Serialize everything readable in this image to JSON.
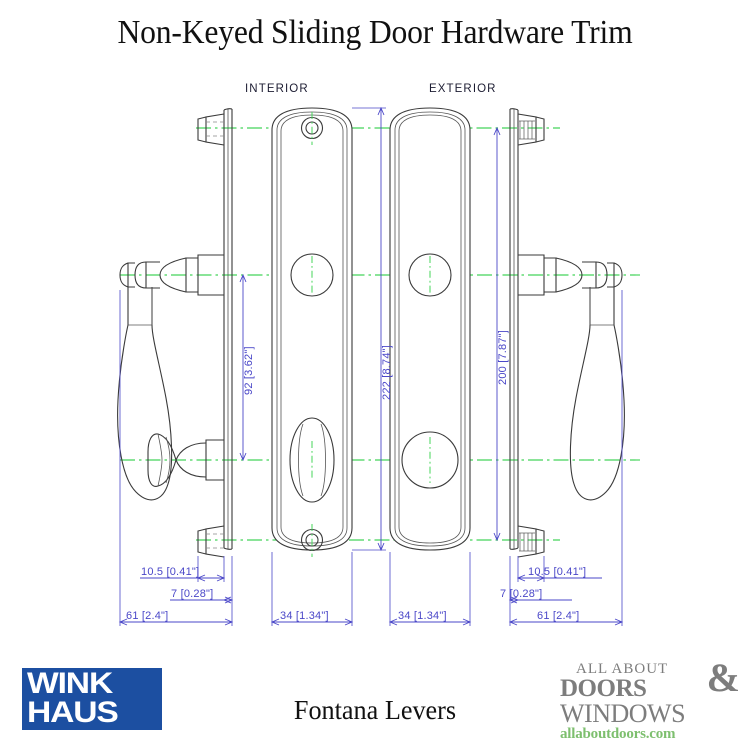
{
  "title": "Non-Keyed Sliding Door Hardware Trim",
  "caption": "Fontana Levers",
  "views": {
    "interior_label": "INTERIOR",
    "exterior_label": "EXTERIOR"
  },
  "colors": {
    "dimension": "#4a47c8",
    "centerline": "#44d45a",
    "outline": "#3a3a3a",
    "title_text": "#111111",
    "winkhaus_blue": "#1c4fa1",
    "aad_gray": "#7d7d7d",
    "aad_green": "#7dbf6e"
  },
  "dimensions": {
    "vertical": [
      {
        "id": "handle-spacing",
        "label": "92 [3.62\"]",
        "mm": 92,
        "inch": 3.62
      },
      {
        "id": "plate-length-interior",
        "label": "222 [8.74\"]",
        "mm": 222,
        "inch": 8.74
      },
      {
        "id": "plate-length-exterior",
        "label": "200 [7.87\"]",
        "mm": 200,
        "inch": 7.87
      }
    ],
    "horizontal_left": [
      {
        "id": "left-boss-depth",
        "label": "10.5 [0.41\"]",
        "mm": 10.5,
        "inch": 0.41
      },
      {
        "id": "left-plate-thickness",
        "label": "7 [0.28\"]",
        "mm": 7,
        "inch": 0.28
      },
      {
        "id": "left-lever-projection",
        "label": "61 [2.4\"]",
        "mm": 61,
        "inch": 2.4
      },
      {
        "id": "interior-plate-width",
        "label": "34 [1.34\"]",
        "mm": 34,
        "inch": 1.34
      }
    ],
    "horizontal_right": [
      {
        "id": "exterior-plate-width",
        "label": "34 [1.34\"]",
        "mm": 34,
        "inch": 1.34
      },
      {
        "id": "right-boss-depth",
        "label": "10.5 [0.41\"]",
        "mm": 10.5,
        "inch": 0.41
      },
      {
        "id": "right-plate-thickness",
        "label": "7 [0.28\"]",
        "mm": 7,
        "inch": 0.28
      },
      {
        "id": "right-lever-projection",
        "label": "61 [2.4\"]",
        "mm": 61,
        "inch": 2.4
      }
    ]
  },
  "brand_winkhaus": {
    "line1": "WINK",
    "line2": "HAUS"
  },
  "brand_allaboutdoors": {
    "line1": "ALL ABOUT",
    "line2": "DOORS",
    "amp": "&",
    "line3": "WINDOWS",
    "line4": "allaboutdoors.com"
  }
}
